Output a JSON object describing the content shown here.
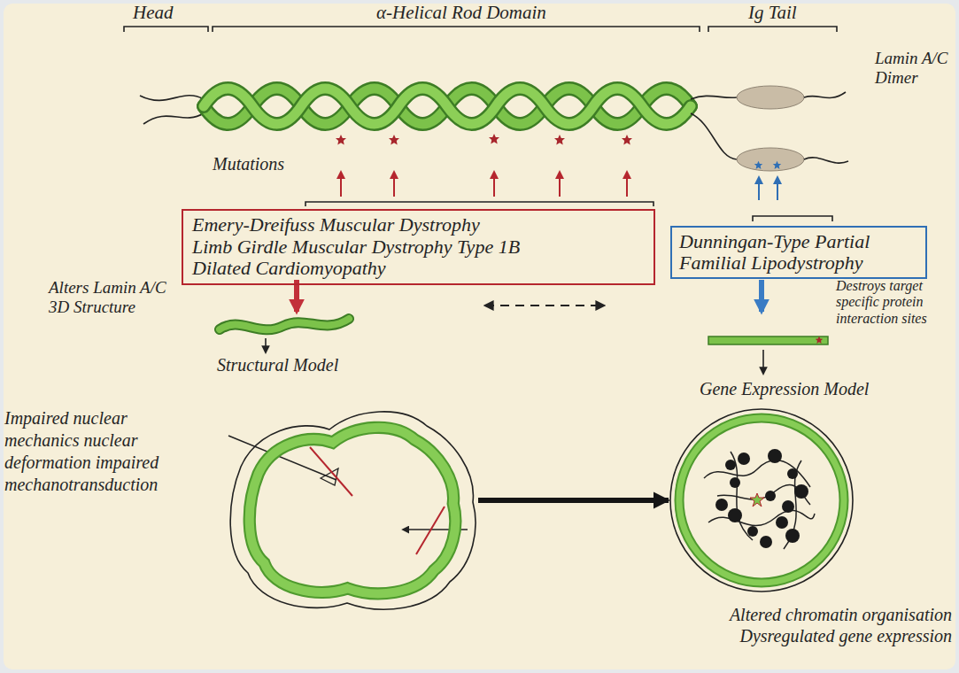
{
  "diagram": {
    "nodes": [
      {
        "text": [
          "Emery-Dreifuss Muscular Dystrophy",
          "Limb Girdle Muscular Dystrophy Type 1B",
          "Dilated Cardiomyopathy"
        ]
      },
      {
        "text": [
          "Dunningan-Type Partial Familial Lipodystrophy"
        ]
      },
      {
        "text": [
          "Impaired nuclear mechanics nuclear deformation impaired mechanotransduction"
        ]
      },
      {
        "text": [
          "Altered chromatin organisation Dysregulated gene expression"
        ]
      }
    ],
    "edges": [
      {
        "from": 2,
        "to": 3,
        "arrow": "to"
      }
    ],
    "labels": [
      "Head",
      "α-Helical Rod Domain",
      "Ig Tail",
      "Lamin A/C Dimer",
      "Mutations",
      "Alters Lamin A/C 3D Structure",
      "Structural Model",
      "Gene Expression Model",
      "Destroys target specific protein interaction sites"
    ]
  }
}
